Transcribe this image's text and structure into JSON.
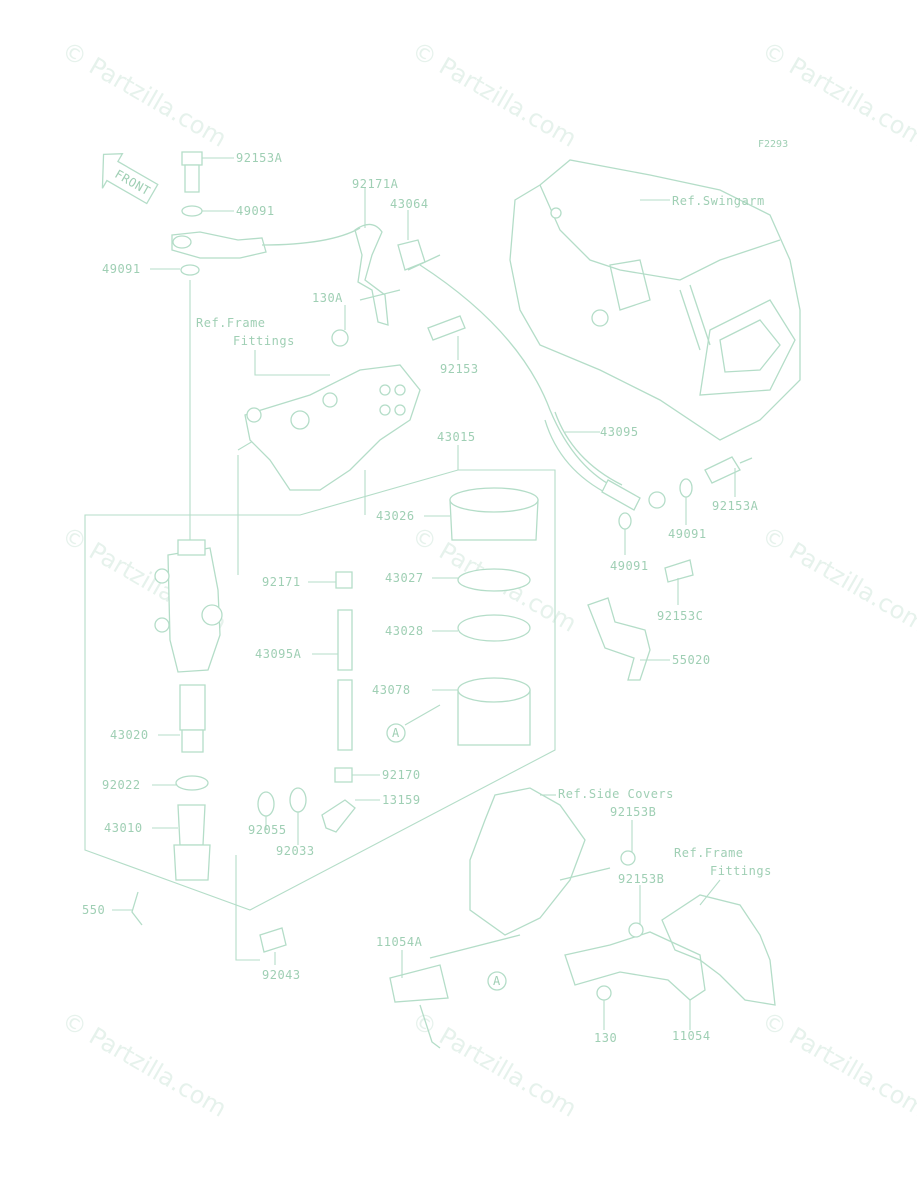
{
  "figure_id": "F2293",
  "front_label": "FRONT",
  "watermark": "© Partzilla.com",
  "callout_letter": "A",
  "parts": [
    {
      "id": "92153A",
      "name": "part-92153a-top"
    },
    {
      "id": "49091",
      "name": "part-49091-upper"
    },
    {
      "id": "49091",
      "name": "part-49091-left"
    },
    {
      "id": "92171A",
      "name": "part-92171a"
    },
    {
      "id": "43064",
      "name": "part-43064"
    },
    {
      "id": "130A",
      "name": "part-130a"
    },
    {
      "id": "92153",
      "name": "part-92153"
    },
    {
      "id": "43095",
      "name": "part-43095"
    },
    {
      "id": "92153A",
      "name": "part-92153a-right"
    },
    {
      "id": "49091",
      "name": "part-49091-right"
    },
    {
      "id": "49091",
      "name": "part-49091-lower"
    },
    {
      "id": "43015",
      "name": "part-43015"
    },
    {
      "id": "43026",
      "name": "part-43026"
    },
    {
      "id": "92171",
      "name": "part-92171"
    },
    {
      "id": "43027",
      "name": "part-43027"
    },
    {
      "id": "92153C",
      "name": "part-92153c"
    },
    {
      "id": "43028",
      "name": "part-43028"
    },
    {
      "id": "43095A",
      "name": "part-43095a"
    },
    {
      "id": "55020",
      "name": "part-55020"
    },
    {
      "id": "43078",
      "name": "part-43078"
    },
    {
      "id": "43020",
      "name": "part-43020"
    },
    {
      "id": "92170",
      "name": "part-92170"
    },
    {
      "id": "92022",
      "name": "part-92022"
    },
    {
      "id": "13159",
      "name": "part-13159"
    },
    {
      "id": "43010",
      "name": "part-43010"
    },
    {
      "id": "92055",
      "name": "part-92055"
    },
    {
      "id": "92033",
      "name": "part-92033"
    },
    {
      "id": "92153B",
      "name": "part-92153b-upper"
    },
    {
      "id": "92153B",
      "name": "part-92153b-lower"
    },
    {
      "id": "550",
      "name": "part-550"
    },
    {
      "id": "92043",
      "name": "part-92043"
    },
    {
      "id": "11054A",
      "name": "part-11054a"
    },
    {
      "id": "130",
      "name": "part-130"
    },
    {
      "id": "11054",
      "name": "part-11054"
    }
  ],
  "references": [
    {
      "text": "Ref.Swingarm",
      "name": "ref-swingarm"
    },
    {
      "text": "Ref.Frame",
      "name": "ref-frame-left-line1"
    },
    {
      "text": "Fittings",
      "name": "ref-frame-left-line2"
    },
    {
      "text": "Ref.Side Covers",
      "name": "ref-side-covers"
    },
    {
      "text": "Ref.Frame",
      "name": "ref-frame-right-line1"
    },
    {
      "text": "Fittings",
      "name": "ref-frame-right-line2"
    }
  ],
  "colors": {
    "line": "#b4ddc8",
    "label": "#9fcfb4",
    "watermark": "#e6f2ec",
    "background": "#ffffff"
  }
}
